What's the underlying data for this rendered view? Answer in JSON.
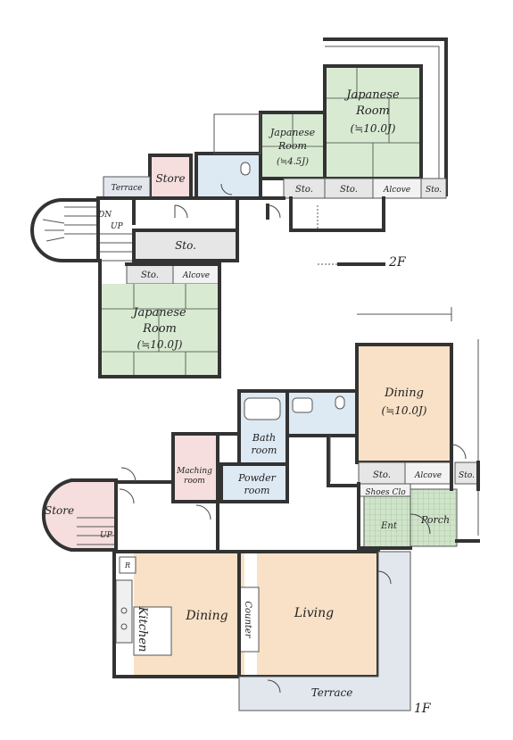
{
  "colors": {
    "tatami": "#d9ead3",
    "wood": "#f8e1c6",
    "store_pink": "#f6dede",
    "wet_blue": "#dde9f3",
    "storage_gray": "#e6e6e6",
    "terrace": "#e2e7ee",
    "entrance_green": "#cfe4c9",
    "wall": "#333333"
  },
  "floor2": {
    "floor_label": "2F",
    "japanese_room_north": {
      "line1": "Japanese",
      "line2": "Room",
      "size": "(≒10.0J)"
    },
    "japanese_room_small": {
      "line1": "Japanese",
      "line2": "Room",
      "size": "(≒4.5J)"
    },
    "japanese_room_south": {
      "line1": "Japanese",
      "line2": "Room",
      "size": "(≒10.0J)"
    },
    "terrace": "Terrace",
    "store": "Store",
    "sto": "Sto.",
    "alcove": "Alcove",
    "stairs_dn": "DN",
    "stairs_up": "UP"
  },
  "floor1": {
    "floor_label": "1F",
    "dining_upper": {
      "line1": "Dining",
      "size": "(≒10.0J)"
    },
    "bath": {
      "line1": "Bath",
      "line2": "room"
    },
    "powder": {
      "line1": "Powder",
      "line2": "room"
    },
    "machine": {
      "line1": "Maching",
      "line2": "room"
    },
    "sto": "Sto.",
    "alcove": "Alcove",
    "shoes": "Shoes Clo",
    "ent": "Ent",
    "porch": "Porch",
    "store": "Store",
    "stairs_up": "UP",
    "refrigerator": "R",
    "kitchen": "Kitchen",
    "dining": "Dining",
    "counter": "Counter",
    "living": "Living",
    "terrace": "Terrace"
  }
}
